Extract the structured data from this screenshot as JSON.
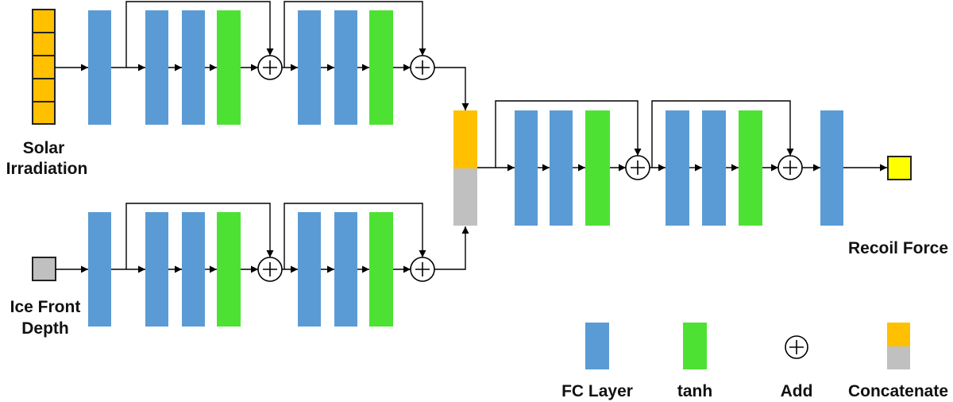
{
  "labels": {
    "solar_line1": "Solar",
    "solar_line2": "Irradiation",
    "ice_line1": "Ice Front",
    "ice_line2": "Depth",
    "output": "Recoil Force"
  },
  "legend": {
    "fc_layer": "FC Layer",
    "tanh": "tanh",
    "add": "Add",
    "concatenate": "Concatenate"
  },
  "colors": {
    "fc_layer": "#5b9bd5",
    "tanh": "#4de233",
    "solar_input": "#ffc000",
    "ice_input": "#c0c0c0",
    "output": "#ffff00",
    "line": "#000000"
  }
}
